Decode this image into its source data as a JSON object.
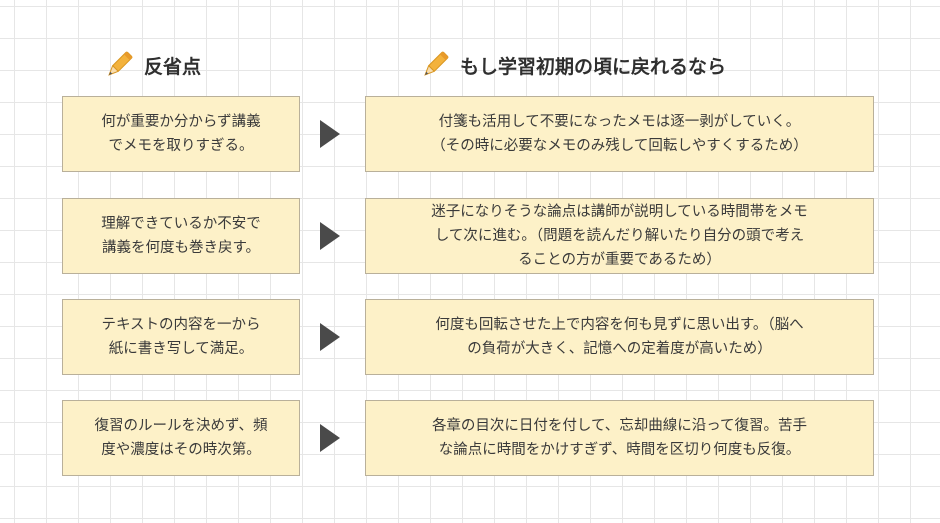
{
  "headers": {
    "left": "反省点",
    "right": "もし学習初期の頃に戻れるなら",
    "icon": "pencil-icon"
  },
  "rows": [
    {
      "left": "何が重要か分からず講義\nでメモを取りすぎる。",
      "right": "付箋も活用して不要になったメモは逐一剥がしていく。\n（その時に必要なメモのみ残して回転しやすくするため）"
    },
    {
      "left": "理解できているか不安で\n講義を何度も巻き戻す。",
      "right": "迷子になりそうな論点は講師が説明している時間帯をメモ\nして次に進む。（問題を読んだり解いたり自分の頭で考え\nることの方が重要であるため）"
    },
    {
      "left": "テキストの内容を一から\n紙に書き写して満足。",
      "right": "何度も回転させた上で内容を何も見ずに思い出す。（脳へ\nの負荷が大きく、記憶への定着度が高いため）"
    },
    {
      "left": "復習のルールを決めず、頻\n度や濃度はその時次第。",
      "right": "各章の目次に日付を付して、忘却曲線に沿って復習。苦手\nな論点に時間をかけすぎず、時間を区切り何度も反復。"
    }
  ],
  "colors": {
    "box_fill": "#fdf1c8",
    "box_border": "#b9b09a",
    "arrow": "#4a4a4a",
    "pencil_body": "#f3b23c",
    "pencil_tip": "#f7dcae"
  }
}
